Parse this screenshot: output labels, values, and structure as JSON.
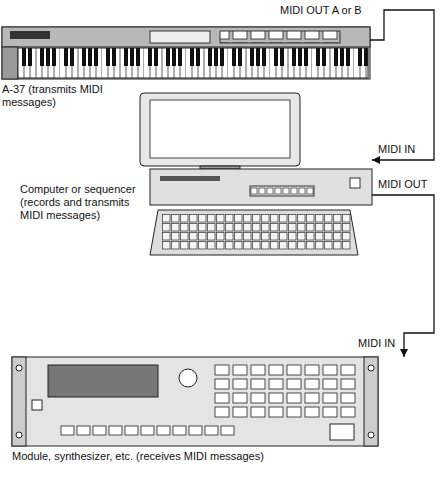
{
  "diagram": {
    "nodes": [
      {
        "text": [
          "A-37 (transmits MIDI messages)"
        ]
      },
      {
        "text": [
          "Computer or sequencer (records and transmits MIDI messages)"
        ]
      },
      {
        "text": [
          "Module, synthesizer, etc. (receives MIDI messages)"
        ]
      }
    ],
    "edges": [
      {
        "from": 0,
        "to": 1,
        "arrow": "to"
      },
      {
        "from": 1,
        "to": 2,
        "arrow": "to"
      }
    ],
    "labels": [
      "MIDI OUT A or B",
      "MIDI IN",
      "MIDI OUT",
      "MIDI IN"
    ]
  }
}
